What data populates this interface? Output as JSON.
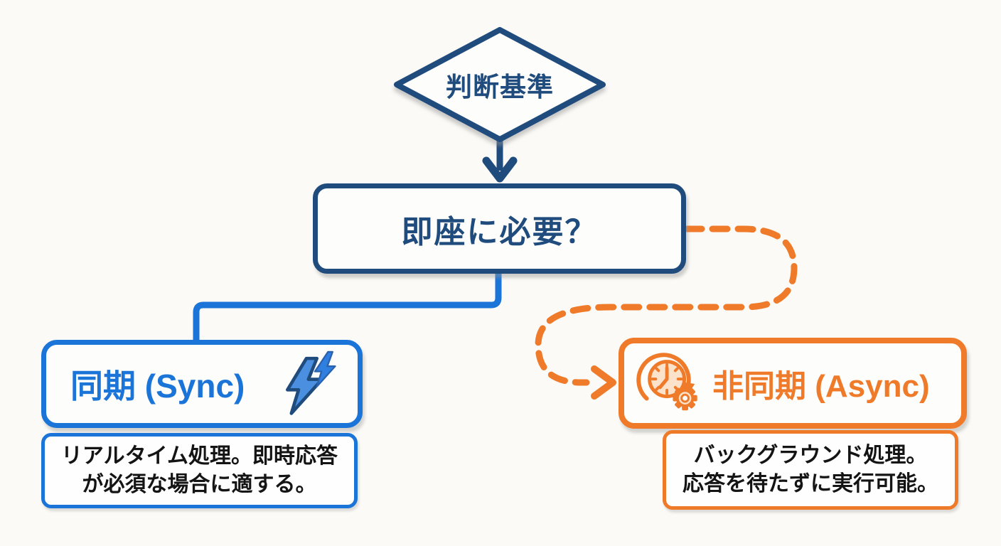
{
  "colors": {
    "navy": "#1f4b7d",
    "blue": "#1b74d8",
    "orange": "#ef7b2a",
    "ink": "#141414",
    "bg": "#fbfaf6"
  },
  "nodes": {
    "decision": {
      "label": "判断基準"
    },
    "question": {
      "label": "即座に必要？"
    },
    "sync": {
      "label": "同期 (Sync)",
      "icon": "lightning-bolt"
    },
    "sync_note": {
      "line1": "リアルタイム処理。即時応答",
      "line2": "が必須な場合に適する。"
    },
    "async": {
      "label": "非同期 (Async)",
      "icon": "clock-gear"
    },
    "async_note": {
      "line1": "バックグラウンド処理。",
      "line2": "応答を待たずに実行可能。"
    }
  },
  "connectors": [
    {
      "name": "decision-to-question",
      "style": "solid",
      "color": "#1f4b7d"
    },
    {
      "name": "question-to-sync",
      "style": "solid",
      "color": "#1b74d8"
    },
    {
      "name": "question-to-async",
      "style": "dashed",
      "color": "#ef7b2a"
    }
  ]
}
